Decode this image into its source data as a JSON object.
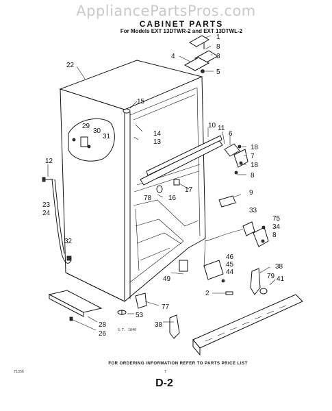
{
  "watermark": "AppliancePartsPros.com",
  "title": "CABINET PARTS",
  "subtitle": "For Models EXT 13DTWR-2 and EXT 13DTWL-2",
  "footer_note": "FOR ORDERING INFORMATION REFER TO PARTS PRICE LIST",
  "bottom_left_code": "71356",
  "bottom_center_mark": "7",
  "code_under_26": "S.T. 1046",
  "page_number": "D-2",
  "callouts": {
    "c1": "1",
    "c8a": "8",
    "c3": "3",
    "c4": "4",
    "c5": "5",
    "c22": "22",
    "c15": "15",
    "c29": "29",
    "c30": "30",
    "c31": "31",
    "c14": "14",
    "c13": "13",
    "c10": "10",
    "c11": "11",
    "c6": "6",
    "c18a": "18",
    "c7": "7",
    "c18b": "18",
    "c8b": "8",
    "c12": "12",
    "c17": "17",
    "c78": "78",
    "c16": "16",
    "c9": "9",
    "c23": "23",
    "c24": "24",
    "c33": "33",
    "c75": "75",
    "c34": "34",
    "c8c": "8",
    "c32": "32",
    "c46": "46",
    "c45": "45",
    "c44": "44",
    "c49": "49",
    "c38a": "38",
    "c79": "79",
    "c41": "41",
    "c2": "2",
    "c77": "77",
    "c53": "53",
    "c28": "28",
    "c26": "26",
    "c38b": "38"
  }
}
